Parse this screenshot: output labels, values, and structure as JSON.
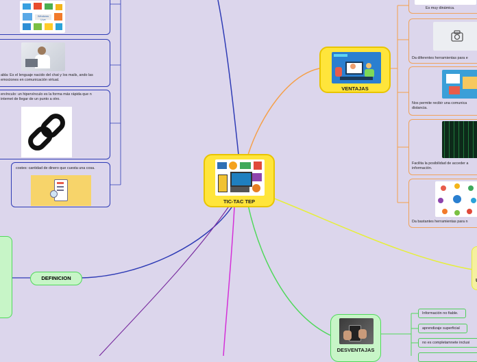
{
  "central": {
    "title": "TIC-TAC TEP"
  },
  "ventajas": {
    "title": "VENTAJAS",
    "items": [
      "Es muy dinámica.",
      "Da diferentes herramientas para e",
      "Nos permite recibir una comunica distancia.",
      "Facilita la posibilidad de acceder a información.",
      "Da bastantes herramientas para n"
    ]
  },
  "desventajas": {
    "title": "DESVENTAJAS",
    "items": [
      "Información no fiable.",
      "aprendizaje superficial",
      "no es completamnete inclusi"
    ]
  },
  "definicion": {
    "title": "DEFINICION"
  },
  "left_boxes": {
    "emoticono": "abla: Es el lenguaje nacido del chat y los mails, ando las emociones en comunicación virtual.",
    "hipervinculo": "ervínculo: un hipervínculo es la forma más rápida que n internet de llegar de un punto a otro.",
    "costes": "costes: cantidad de dinero que cuesta una cosa."
  },
  "icons": {
    "camera": "camera-icon",
    "link": "link-icon"
  },
  "colors": {
    "central_fill": "#ffe53b",
    "ventajas_line": "#f5a04a",
    "desventajas_line": "#4fd85a",
    "definicion_line": "#2e3bb5",
    "yellow_line": "#e6ef3a",
    "magenta_line": "#d42fd8"
  }
}
